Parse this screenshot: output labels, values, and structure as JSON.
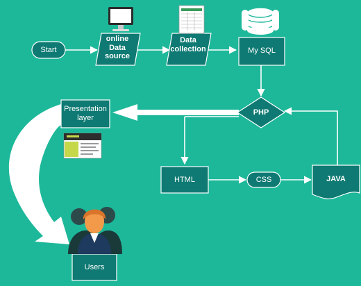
{
  "nodes": {
    "start": "Start",
    "online_line1": "online",
    "online_line2": "Data",
    "online_line3": "source",
    "collection_line1": "Data",
    "collection_line2": "collection",
    "mysql": "My SQL",
    "php": "PHP",
    "presentation_line1": "Presentation",
    "presentation_line2": "layer",
    "html": "HTML",
    "css": "CSS",
    "java": "JAVA",
    "users": "Users"
  },
  "colors": {
    "background": "#1db89a",
    "node_fill": "#0f7a73",
    "node_stroke": "#ffffff",
    "arrow": "#ffffff",
    "person_orange": "#f29a4a",
    "person_navy": "#1e3a5f",
    "person_dark": "#1a3a3a"
  },
  "icons": [
    "monitor-icon",
    "spreadsheet-icon",
    "database-icon",
    "website-thumbnail",
    "users-group-icon"
  ]
}
